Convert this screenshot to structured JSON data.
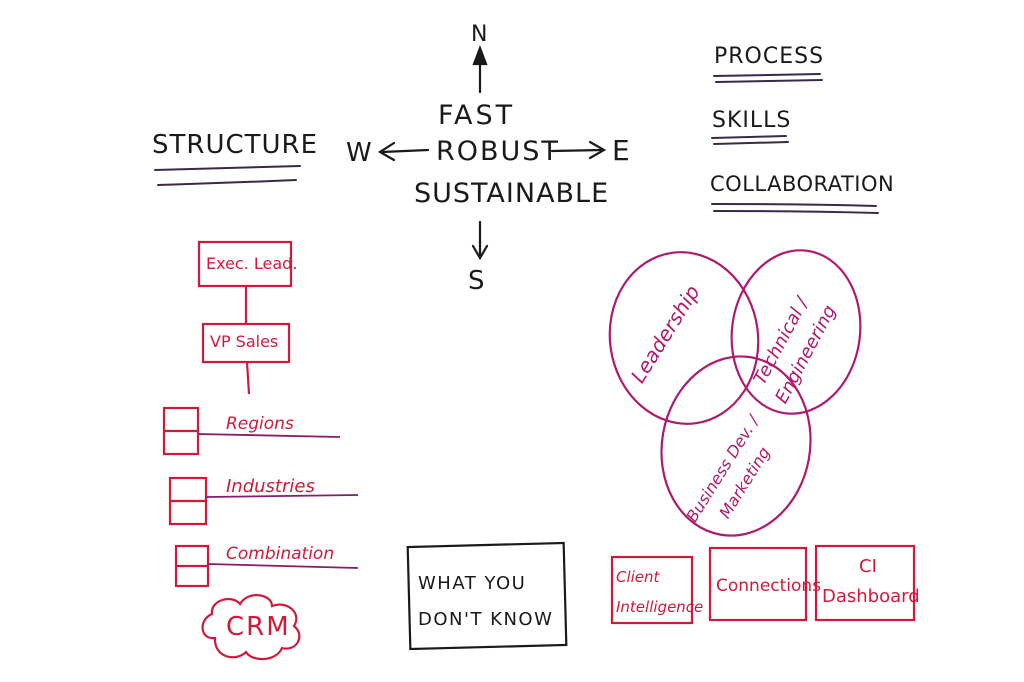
{
  "compass": {
    "north": "N",
    "south": "S",
    "west": "W",
    "east": "E",
    "center": [
      "FAST",
      "ROBUST",
      "SUSTAINABLE"
    ]
  },
  "structure": {
    "title": "STRUCTURE",
    "org": [
      "Exec. Lead.",
      "VP Sales"
    ],
    "segments": [
      "Regions",
      "Industries",
      "Combination"
    ],
    "crm": "CRM"
  },
  "focus_list": [
    "PROCESS",
    "SKILLS",
    "COLLABORATION"
  ],
  "venn": {
    "circles": [
      "Leadership",
      "Technical / Engineering",
      "Business Dev. / Marketing"
    ]
  },
  "unknown_box": "WHAT YOU DON'T KNOW",
  "tools": [
    "Client Intelligence",
    "Connections",
    "CI Dashboard"
  ],
  "colors": {
    "board": "#ffffff",
    "black_marker": "#1a1a1a",
    "red_marker": "#d11a3a",
    "magenta_marker": "#b01a6e",
    "underline_marker": "#3a2a4a"
  }
}
